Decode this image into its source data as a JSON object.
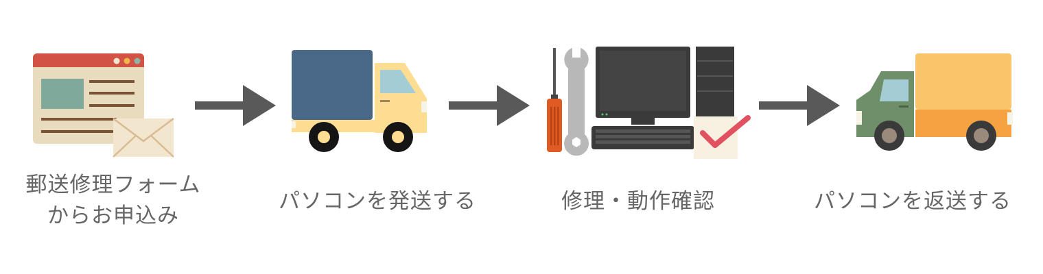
{
  "steps": [
    {
      "icon": "web-form-mail-icon",
      "label_lines": [
        "郵送修理フォーム",
        "からお申込み"
      ]
    },
    {
      "icon": "delivery-truck-blue-icon",
      "label_lines": [
        "パソコンを発送する"
      ]
    },
    {
      "icon": "repair-tools-computer-icon",
      "label_lines": [
        "修理・動作確認"
      ]
    },
    {
      "icon": "delivery-truck-green-icon",
      "label_lines": [
        "パソコンを返送する"
      ]
    }
  ],
  "arrow_icon": "right-arrow-icon",
  "colors": {
    "arrow": "#595959",
    "label_text": "#666666",
    "window_header": "#d35246",
    "window_body": "#e9dcbe",
    "envelope": "#f3e6cf",
    "truck_box_blue": "#4a6888",
    "truck_cab_yellow": "#fddd91",
    "truck_cab_green": "#6f8f6a",
    "truck_box_orange": "#fac56a",
    "monitor": "#3a3a3a",
    "check_mark": "#e05260",
    "screwdriver": "#e05a24",
    "wrench": "#b8b8b8"
  }
}
